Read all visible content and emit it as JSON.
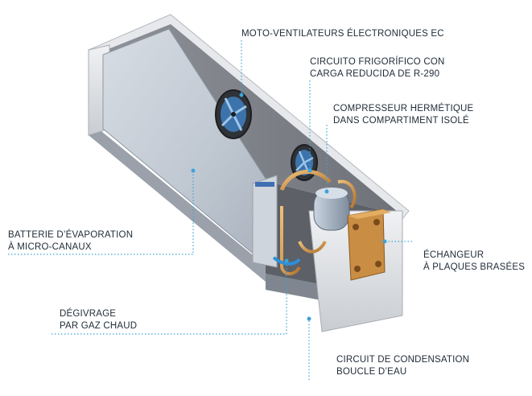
{
  "labels": {
    "fans": [
      "MOTO-VENTILATEURS ÉLECTRONIQUES EC"
    ],
    "circuit": [
      "CIRCUITO FRIGORÍFICO CON",
      "CARGA REDUCIDA DE R-290"
    ],
    "compressor": [
      "COMPRESSEUR HERMÉTIQUE",
      "DANS COMPARTIMENT ISOLÉ"
    ],
    "evaporator": [
      "BATTERIE D’ÉVAPORATION",
      "À MICRO-CANAUX"
    ],
    "exchanger": [
      "ÉCHANGEUR",
      "À PLAQUES BRASÉES"
    ],
    "defrost": [
      "DÉGIVRAGE",
      "PAR GAZ CHAUD"
    ],
    "condensation": [
      "CIRCUIT DE CONDENSATION",
      "BOUCLE D’EAU"
    ]
  },
  "colors": {
    "accent": "#3fa3d9",
    "text": "#1f2a36",
    "casing": "#dfe2e6",
    "panel": "#c4ccd6",
    "copper": "#d79a52",
    "fan": "#3f7fbf"
  },
  "icons": [
    "fan-icon",
    "compressor-icon",
    "plate-exchanger-icon"
  ]
}
